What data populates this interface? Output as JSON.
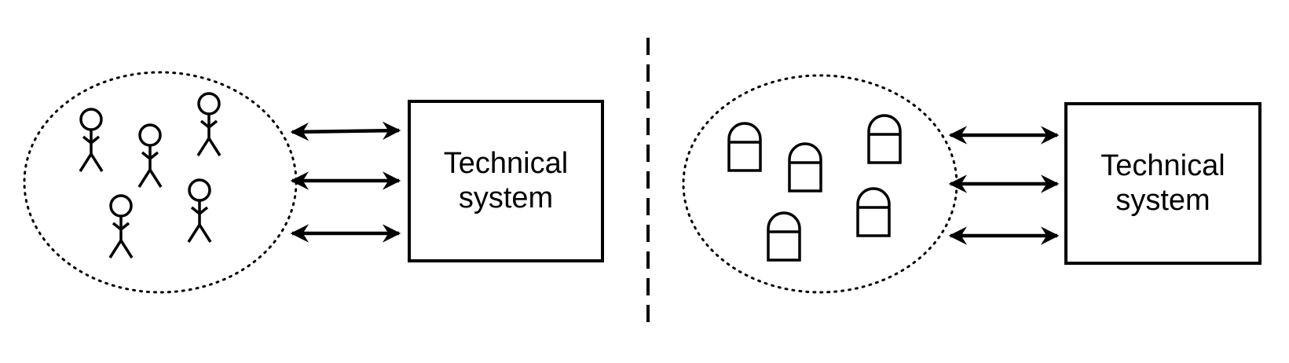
{
  "diagram": {
    "left_panel": {
      "group": "humans",
      "member_icon": "stick-figure-icon",
      "member_count": 5,
      "connection_count": 3,
      "system_label_line1": "Technical",
      "system_label_line2": "system"
    },
    "right_panel": {
      "group": "machines",
      "member_icon": "rounded-box-icon",
      "member_count": 5,
      "connection_count": 3,
      "system_label_line1": "Technical",
      "system_label_line2": "system"
    },
    "connector_icon": "double-arrow-icon",
    "divider": "dashed-vertical-line",
    "stroke_color": "#000000",
    "background_color": "#ffffff"
  }
}
